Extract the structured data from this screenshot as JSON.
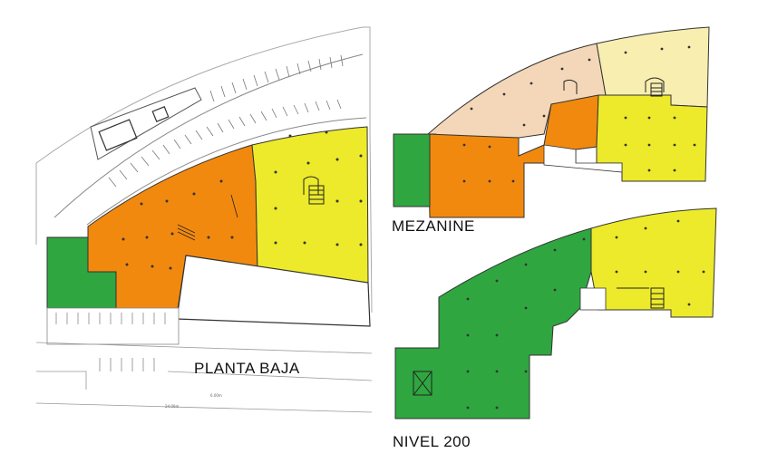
{
  "labels": {
    "planta_baja": "PLANTA BAJA",
    "mezanine": "MEZANINE",
    "nivel_200": "NIVEL 200"
  },
  "dimensions": {
    "d1": "24.00m",
    "d2": "6.00m"
  },
  "zone_colors": {
    "green": "#2fa640",
    "orange": "#f2890f",
    "yellow": "#ecea2a",
    "light_yellow": "#f7eeb0",
    "peach": "#f4d7b8"
  },
  "plans": [
    {
      "name": "planta-baja",
      "zones": [
        "green",
        "orange",
        "yellow"
      ]
    },
    {
      "name": "mezanine",
      "zones": [
        "green",
        "orange",
        "yellow",
        "light_yellow",
        "peach"
      ]
    },
    {
      "name": "nivel-200",
      "zones": [
        "green",
        "yellow"
      ]
    }
  ]
}
